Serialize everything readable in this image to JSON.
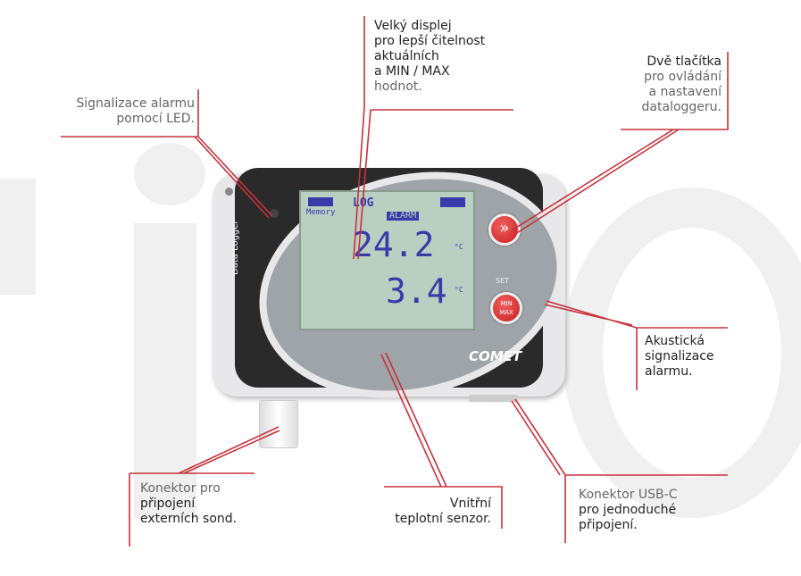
{
  "labels": {
    "led": "Signalizace alarmu\npomocí LED.",
    "display_1": "Velký displej\npro lepší čitelnost\naktuálních\na MIN / MAX",
    "display_2": "hodnot.",
    "buttons_1": "Dvě tlačítka",
    "buttons_2": "pro ovládání\na nastavení\ndataloggeru.",
    "acoustic": "Akustická\nsignalizace\nalarmu.",
    "connector_1": "Konektor pro",
    "connector_2": "připojení\nexterních sond.",
    "sensor": "Vnitřní\nteplotní senzor.",
    "usb_1": "Konektor USB-C",
    "usb_2": "pro jednoduché\npřipojení."
  },
  "device": {
    "brand": "COMET",
    "side_text": "Data Logger",
    "lcd_memory": "Memory",
    "lcd_log": "LOG",
    "lcd_alarm": "ALARM",
    "value_1": "24.2",
    "value_2": "3.4",
    "unit": "°C",
    "set_label": "SET",
    "minmax_label": "MIN\nMAX",
    "next_label": "»"
  },
  "colors": {
    "line": "#c8323c",
    "device_dark": "#2a2a2a",
    "button": "#d42a2a"
  }
}
